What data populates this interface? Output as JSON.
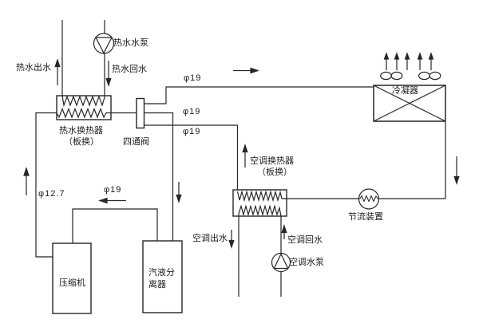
{
  "colors": {
    "line": "#262626",
    "background": "#ffffff",
    "text": "#1c1c1c"
  },
  "symbols": {
    "pump_icon": "circle-with-triangle",
    "fan_icon": "double-loop-propeller",
    "condenser_icon": "crossed-rectangle",
    "throttle_icon": "circle-with-zigzag",
    "heat_exchanger_icon": "rectangle-with-two-coils",
    "four_way_valve_icon": "narrow-vertical-rectangle"
  },
  "labels": {
    "hot_water_pump": "热水水泵",
    "hot_water_outlet": "热水出水",
    "hot_water_return": "热水回水",
    "hot_water_hx_line1": "热水换热器",
    "hot_water_hx_line2": "（板换）",
    "four_way_valve": "四通阀",
    "pipe_dia_19": "φ19",
    "pipe_dia_12_7": "φ12.7",
    "condenser": "冷凝器",
    "ac_hx_line1": "空调换热器",
    "ac_hx_line2": "（板换）",
    "throttle_device": "节流装置",
    "ac_outlet": "空调出水",
    "ac_return": "空调回水",
    "ac_pump": "空调水泵",
    "compressor": "压缩机",
    "separator_line1": "汽液分",
    "separator_line2": "离器"
  }
}
